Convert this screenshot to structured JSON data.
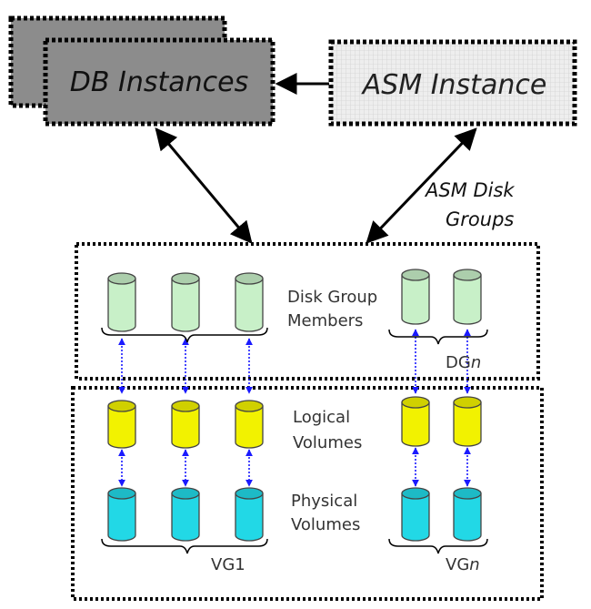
{
  "instances": {
    "db_label": "DB Instances",
    "asm_label": "ASM Instance"
  },
  "asm_disk_groups_label": [
    "ASM Disk",
    "Groups"
  ],
  "disk_group_members_label": [
    "Disk Group",
    "Members"
  ],
  "logical_volumes_label": [
    "Logical",
    "Volumes"
  ],
  "physical_volumes_label": [
    "Physical",
    "Volumes"
  ],
  "dgn_label": {
    "prefix": "DG",
    "suffix": "n"
  },
  "vg1_label": "VG1",
  "vgn_label": {
    "prefix": "VG",
    "suffix": "n"
  },
  "colors": {
    "db_fill": "#8c8c8c",
    "asm_fill": "#e6e6e6",
    "disk_member": "#c8f0c8",
    "logical_volume": "#f2f200",
    "physical_volume": "#22d8e6",
    "link_arrow": "#1a1aff",
    "main_arrow": "#000000"
  }
}
